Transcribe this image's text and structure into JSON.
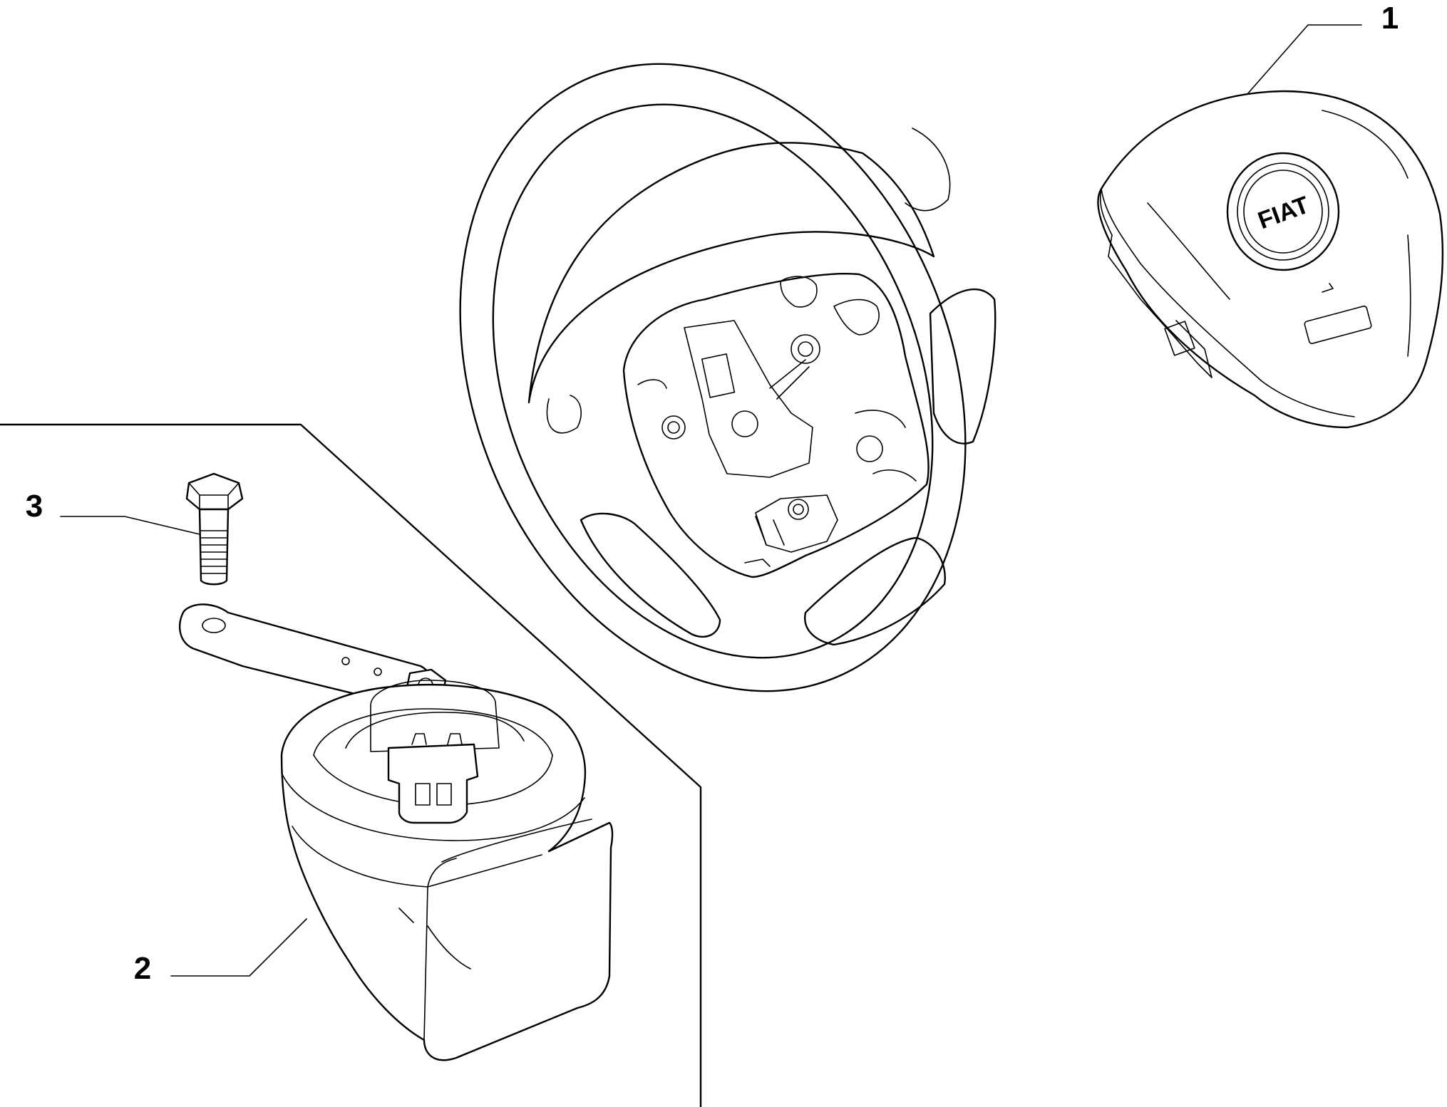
{
  "callouts": [
    {
      "id": "1",
      "label": "1"
    },
    {
      "id": "2",
      "label": "2"
    },
    {
      "id": "3",
      "label": "3"
    }
  ],
  "logo": {
    "text": "FIAT"
  },
  "colors": {
    "line": "#000000",
    "background": "#ffffff"
  }
}
